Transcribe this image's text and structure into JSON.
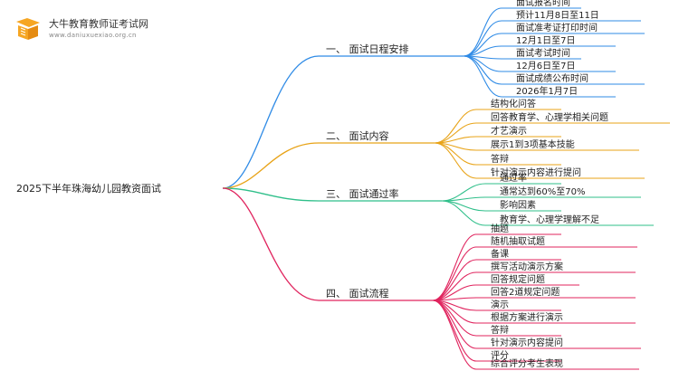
{
  "brand": {
    "name": "大牛教育教师证考试网",
    "url": "www.daniuxuexiao.org.cn",
    "logo_icon": "book-logo-icon"
  },
  "root": "2025下半年珠海幼儿园教资面试",
  "colors": {
    "root_line": "#9a9a9a",
    "branch1": "#2f8be6",
    "branch2": "#e8a317",
    "branch3": "#2fbf8a",
    "branch4": "#e0245e"
  },
  "branches": [
    {
      "label": "一、 面试日程安排",
      "leaves": [
        "面试报名时间",
        "预计11月8日至11日",
        "面试准考证打印时间",
        "12月1日至7日",
        "面试考试时间",
        "12月6日至7日",
        "面试成绩公布时间",
        "2026年1月7日"
      ]
    },
    {
      "label": "二、 面试内容",
      "leaves": [
        "结构化问答",
        "回答教育学、心理学相关问题",
        "才艺演示",
        "展示1到3项基本技能",
        "答辩",
        "针对演示内容进行提问"
      ]
    },
    {
      "label": "三、 面试通过率",
      "leaves": [
        "通过率",
        "通常达到60%至70%",
        "影响因素",
        "教育学、心理学理解不足"
      ]
    },
    {
      "label": "四、 面试流程",
      "leaves": [
        "抽题",
        "随机抽取试题",
        "备课",
        "撰写活动演示方案",
        "回答规定问题",
        "回答2道规定问题",
        "演示",
        "根据方案进行演示",
        "答辩",
        "针对演示内容提问",
        "评分",
        "综合评分考生表现"
      ]
    }
  ]
}
